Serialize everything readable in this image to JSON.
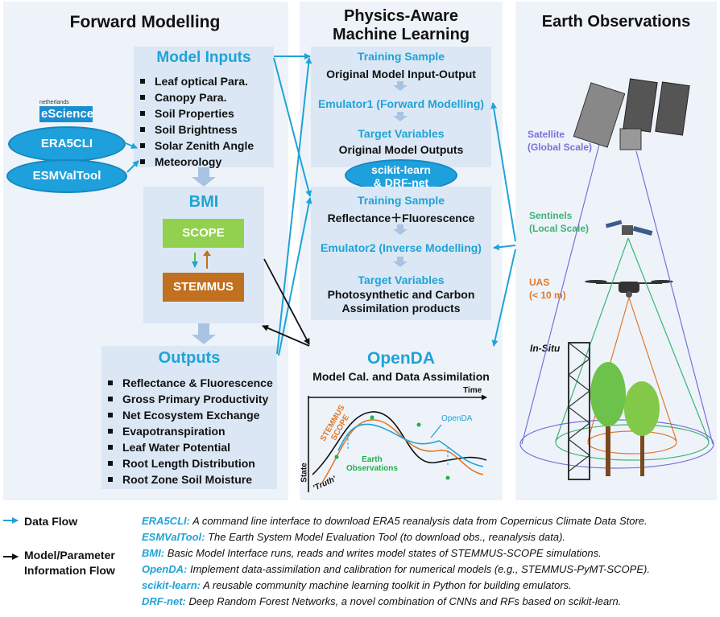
{
  "forward": {
    "title": "Forward Modelling",
    "inputs_title": "Model Inputs",
    "inputs": [
      "Leaf optical Para.",
      "Canopy Para.",
      "Soil Properties",
      "Soil Brightness",
      "Solar Zenith Angle",
      "Meteorology"
    ],
    "escience_small": "netherlands",
    "escience_logo": "eScience",
    "era5cli": "ERA5CLI",
    "esmvaltool": "ESMValTool",
    "bmi": "BMI",
    "scope": "SCOPE",
    "stemmus": "STEMMUS",
    "outputs_title": "Outputs",
    "outputs": [
      "Reflectance & Fluorescence",
      "Gross Primary Productivity",
      "Net Ecosystem Exchange",
      "Evapotranspiration",
      "Leaf Water Potential",
      "Root Length Distribution",
      "Root Zone Soil Moisture"
    ]
  },
  "ml": {
    "title_line1": "Physics-Aware",
    "title_line2": "Machine Learning",
    "training1": "Training Sample",
    "training1_desc": "Original Model Input-Output",
    "emulator1": "Emulator1 (Forward Modelling)",
    "target1": "Target Variables",
    "target1_desc": "Original Model Outputs",
    "sk_line1": "scikit-learn",
    "sk_line2": "& DRF-net",
    "training2": "Training Sample",
    "training2_desc": "Reflectance＋Fluorescence",
    "emulator2": "Emulator2 (Inverse Modelling)",
    "target2": "Target Variables",
    "target2_desc1": "Photosynthetic and Carbon",
    "target2_desc2": "Assimilation products"
  },
  "opendda": {
    "title": "OpenDA",
    "subtitle": "Model Cal. and Data Assimilation",
    "time": "Time",
    "state": "State",
    "truth": "'Truth'",
    "stemmus_scope": [
      "STEMMUS",
      "SCOPE"
    ],
    "opendda_label": "OpenDA",
    "earth_obs": [
      "Earth",
      "Observations"
    ]
  },
  "earth": {
    "title": "Earth Observations",
    "satellite": [
      "Satellite",
      "(Global Scale)"
    ],
    "sentinels": [
      "Sentinels",
      "(Local Scale)"
    ],
    "uas": [
      "UAS",
      "(< 10 m)"
    ],
    "insitu": "In-Situ"
  },
  "legend": {
    "data_flow": "Data Flow",
    "model_flow1": "Model/Parameter",
    "model_flow2": "Information Flow",
    "defs": [
      {
        "term": "ERA5CLI:",
        "desc": " A command line interface to download ERA5 reanalysis data from Copernicus Climate Data Store."
      },
      {
        "term": "ESMValTool:",
        "desc": " The Earth System Model Evaluation Tool (to download obs., reanalysis data)."
      },
      {
        "term": "BMI:",
        "desc": " Basic Model Interface runs, reads and writes model states of STEMMUS-SCOPE simulations."
      },
      {
        "term": "OpenDA:",
        "desc": " Implement data-assimilation and calibration for numerical models (e.g., STEMMUS-PyMT-SCOPE)."
      },
      {
        "term": "scikit-learn:",
        "desc": " A reusable community machine learning toolkit in Python for building emulators."
      },
      {
        "term": "DRF-net:",
        "desc": " Deep Random Forest Networks, a novel combination of CNNs and RFs based on scikit-learn."
      }
    ]
  },
  "colors": {
    "accent": "#1fa3d8",
    "scope_green": "#92d050",
    "stemmus_brown": "#c0701f",
    "satellite_purple": "#7b70d8",
    "sentinel_green": "#3cb371",
    "uas_orange": "#e07a2a"
  }
}
